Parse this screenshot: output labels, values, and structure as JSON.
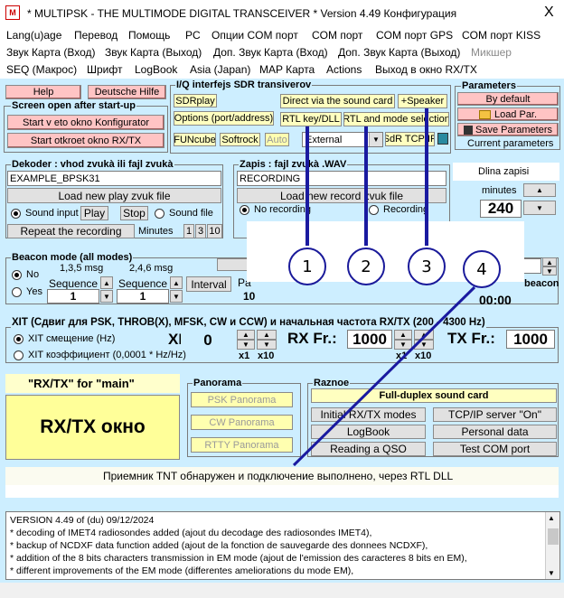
{
  "window": {
    "title": "* MULTIPSK - THE MULTIMODE DIGITAL TRANSCEIVER *   Version 4.49    Конфигурация",
    "close_glyph": "X",
    "icon_text": "M"
  },
  "menu": {
    "row1": [
      "Lang(u)age",
      "Перевод",
      "Помощь",
      "PC",
      "Опции COM порт",
      "COM порт",
      "COM порт GPS",
      "COM порт KISS"
    ],
    "row2": [
      "Звук Карта (Вход)",
      "Звук Карта (Выход)",
      "Доп. Звук Карта (Вход)",
      "Доп. Звук Карта (Выход)",
      "Микшер"
    ],
    "row3": [
      "SEQ (Макрос)",
      "Шрифт",
      "LogBook",
      "Asia (Japan)",
      "MAP Карта",
      "Actions",
      "Выход в окно RX/TX"
    ]
  },
  "top": {
    "help": "Help",
    "deutsche_hilfe": "Deutsche Hilfe",
    "screen_open_title": "Screen open after start-up",
    "start_konfig": "Start v eto okno Konfigurator",
    "start_rxtx": "Start otkroet okno RX/TX"
  },
  "iq": {
    "title": "I/Q interfejs SDR transiverov",
    "sdrplay": "SDRplay",
    "options": "Options (port/address)",
    "funcube": "FUNcube",
    "softrock": "Softrock",
    "auto": "Auto",
    "direct": "Direct via the sound card",
    "speaker": "+Speaker",
    "rtl_key": "RTL key/DLL",
    "rtl_mode": "RTL and mode selection",
    "external": "External",
    "sdr_tcp": "SdR TCP/IP"
  },
  "params": {
    "title": "Parameters",
    "by_default": "By default",
    "load": "Load Par.",
    "save": "Save Parameters",
    "current": "Current parameters"
  },
  "decoder": {
    "title": "Dekoder : vhod zvukà ili fajl zvukà",
    "file": "EXAMPLE_BPSK31",
    "load_new": "Load new play zvuk file",
    "sound_input": "Sound input",
    "play": "Play",
    "stop": "Stop",
    "sound_file": "Sound file",
    "repeat": "Repeat the recording",
    "minutes": "Minutes",
    "m1": "1",
    "m3": "3",
    "m10": "10"
  },
  "record": {
    "title": "Zapis : fajl zvukà .WAV",
    "file": "RECORDING",
    "load_new": "Load new record zvuk file",
    "no_recording": "No recording",
    "recording": "Recording"
  },
  "dlina": {
    "title": "Dlina zapisi",
    "minutes_label": "minutes",
    "value": "240"
  },
  "beacon": {
    "title": "Beacon mode (all modes)",
    "no": "No",
    "yes": "Yes",
    "msg1": "1,3,5 msg",
    "msg2": "2,4,6 msg",
    "seq1_label": "Sequence",
    "seq1_value": "1",
    "seq2_label": "Sequence",
    "seq2_value": "1",
    "interval": "Interval",
    "pa_partial": "Pa",
    "ten_partial": "10",
    "seconds_partial": "00:00",
    "beacon_right": "beacon"
  },
  "xit": {
    "title": "XIT (Сдвиг для PSK, THROB(X), MFSK, CW и CCW) и начальная частота RX/TX (200 - 4300 Hz)",
    "opt1": "XIT смещение (Hz)",
    "opt2": "XIT коэффициент (0,0001 * Hz/Hz)",
    "xit_label": "XIT:",
    "xit_value": "0",
    "rx_label": "RX Fr.:",
    "rx_value": "1000",
    "tx_label": "TX Fr.:",
    "tx_value": "1000",
    "x1": "x1",
    "x10": "x10"
  },
  "rxtx": {
    "title": "\"RX/TX\" for \"main\"",
    "button": "RX/TX окно"
  },
  "panorama": {
    "title": "Panorama",
    "psk": "PSK Panorama",
    "cw": "CW Panorama",
    "rtty": "RTTY Panorama"
  },
  "raznoe": {
    "title": "Raznoe",
    "full_duplex": "Full-duplex sound card",
    "initial_modes": "Initial RX/TX modes",
    "tcpip": "TCP/IP server \"On\"",
    "logbook": "LogBook",
    "personal": "Personal data",
    "reading": "Reading a QSO",
    "test_com": "Test COM port"
  },
  "status": {
    "message": "Приемник TNT обнаружен и подключение выполнено, через RTL DLL"
  },
  "log": {
    "lines": [
      "VERSION 4.49 of (du) 09/12/2024",
      "  * decoding of IMET4 radiosondes added (ajout du decodage des radiosondes IMET4),",
      "  * backup of NCDXF data function added (ajout de la fonction de sauvegarde des donnees NCDXF),",
      "  * addition of the 8 bits characters transmission in EM mode (ajout de l'emission des caracteres 8 bits en EM),",
      "  * different improvements of the EM mode (differentes ameliorations du mode EM),"
    ]
  },
  "annotations": {
    "n1": "1",
    "n2": "2",
    "n3": "3",
    "n4": "4",
    "line_color": "#1a1aa0"
  }
}
